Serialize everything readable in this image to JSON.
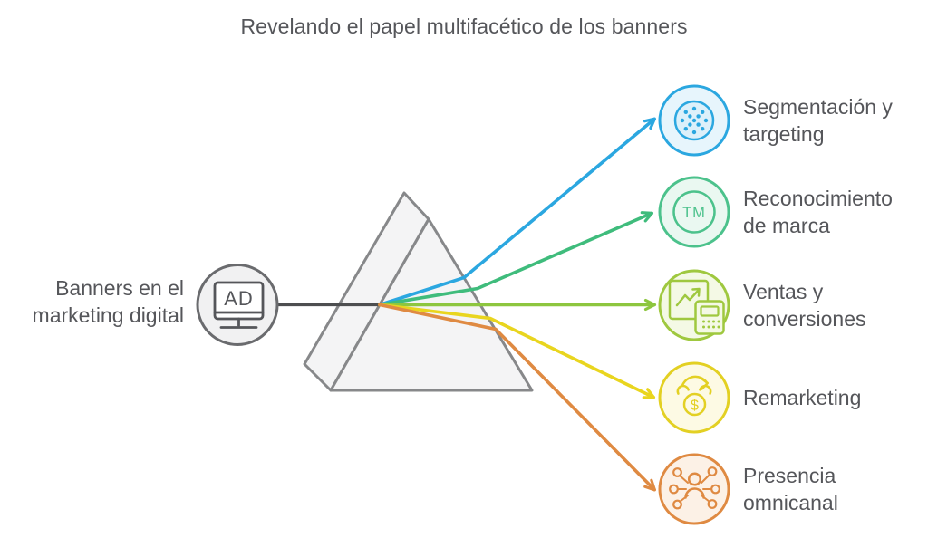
{
  "title": "Revelando el papel multifacético de los banners",
  "source": {
    "label_line1": "Banners en el",
    "label_line2": "marketing digital",
    "icon": "ad-monitor-icon",
    "monitor_text": "AD"
  },
  "outputs": [
    {
      "id": "segmentacion-targeting",
      "line1": "Segmentación y",
      "line2": "targeting",
      "icon": "halftone-dots-icon",
      "color": "#2BA7E0",
      "fill": "#E7F5FC",
      "inner_fill": "#DCF0FA"
    },
    {
      "id": "reconocimiento-marca",
      "line1": "Reconocimiento",
      "line2": "de marca",
      "icon": "trademark-icon",
      "icon_text": "TM",
      "color": "#4CC28C",
      "fill": "#EAF8F1"
    },
    {
      "id": "ventas-conversiones",
      "line1": "Ventas y",
      "line2": "conversiones",
      "icon": "chart-calculator-icon",
      "color": "#9FC83F",
      "fill": "#F4F9E5"
    },
    {
      "id": "remarketing",
      "line1": "Remarketing",
      "line2": "",
      "icon": "money-refresh-icon",
      "icon_text": "$",
      "color": "#E3D023",
      "fill": "#FDFAE4"
    },
    {
      "id": "presencia-omnicanal",
      "line1": "Presencia",
      "line2": "omnicanal",
      "icon": "network-hub-icon",
      "color": "#DF8A42",
      "fill": "#FCF1E6"
    }
  ],
  "beams": {
    "blue": "#2BA7E0",
    "green": "#3FBC7C",
    "lime": "#8DC63F",
    "yellow": "#E9D51E",
    "orange": "#DF8A42"
  },
  "prism": {
    "stroke": "#87888A",
    "fill": "#F4F4F5"
  },
  "source_node": {
    "stroke": "#6A6B6E",
    "fill": "#F1F1F2",
    "monitor_stroke": "#55565A"
  },
  "input_line_color": "#4D4E50",
  "text_color": "#55565A"
}
